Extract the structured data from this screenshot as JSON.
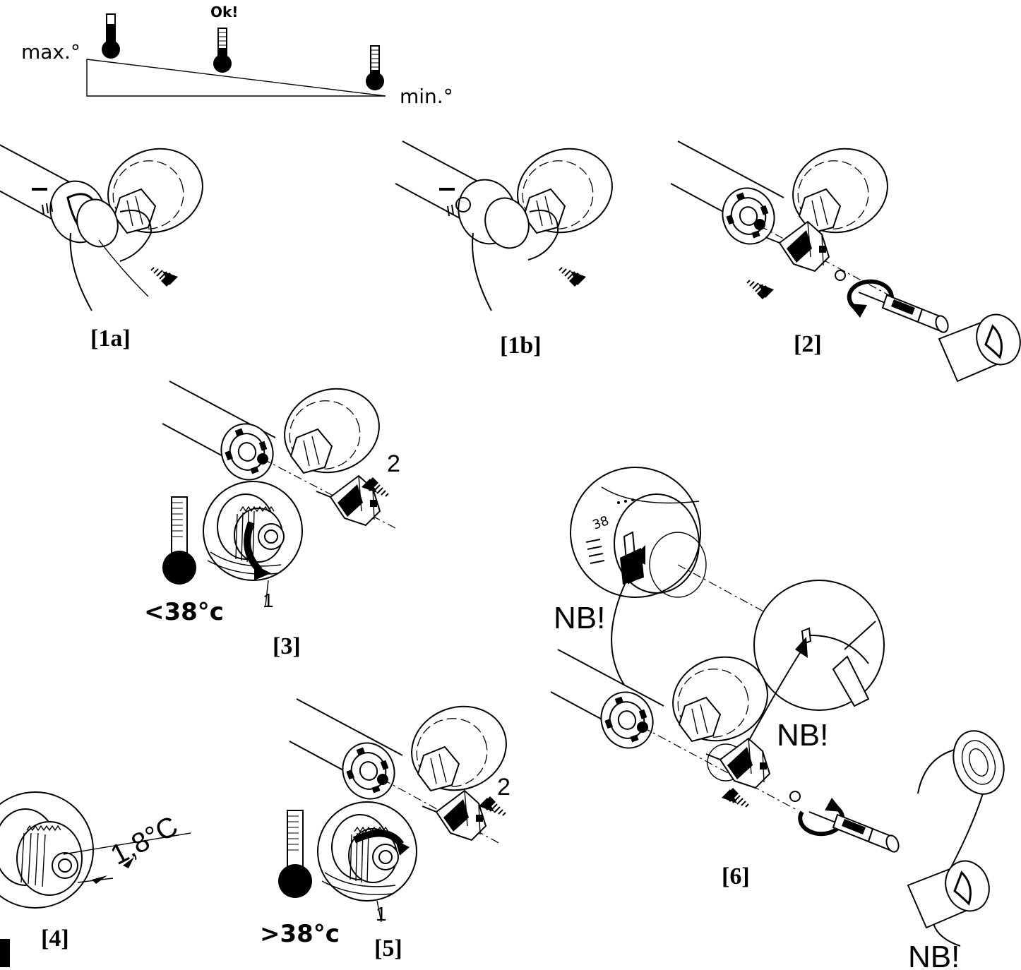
{
  "scale": {
    "max_label": "max.°",
    "min_label": "min.°",
    "ok_label": "Ok!"
  },
  "steps": {
    "s1a": "[1a]",
    "s1b": "[1b]",
    "s2": "[2]",
    "s3": "[3]",
    "s4": "[4]",
    "s5": "[5]",
    "s6": "[6]"
  },
  "step3": {
    "temp": "<38°c",
    "callout_1": "1",
    "callout_2": "2"
  },
  "step4": {
    "increment": "1,8°C"
  },
  "step5": {
    "temp": ">38°c",
    "callout_1": "1",
    "callout_2": "2"
  },
  "step6": {
    "nb_1": "NB!",
    "nb_2": "NB!",
    "nb_3": "NB!",
    "dial_value": "38"
  }
}
